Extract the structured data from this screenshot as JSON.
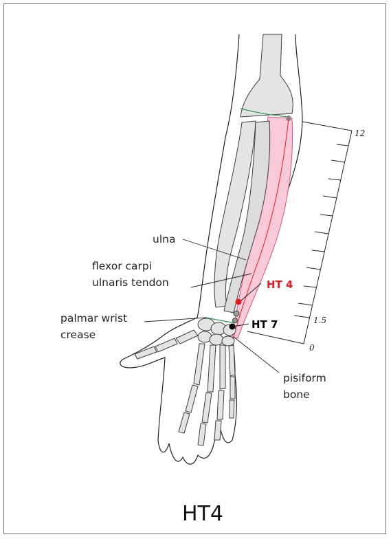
{
  "title": "HT4",
  "labels": {
    "ulna": "ulna",
    "fcu_line1": "flexor carpi",
    "fcu_line2": "ulnaris tendon",
    "crease_line1": "palmar wrist",
    "crease_line2": "crease",
    "pisiform_line1": "pisiform",
    "pisiform_line2": "bone",
    "point_ht4": "HT 4",
    "point_ht7": "HT 7"
  },
  "scale": {
    "top": "12",
    "mid": "1.5",
    "bottom": "0"
  },
  "colors": {
    "point_ht4": "#e31b23",
    "point_ht7": "#000000",
    "meridian": "#e31b23",
    "muscle_fill": "#f7c9d9",
    "crease_line": "#2e9a5a",
    "bone_fill": "#e4e4e4",
    "bone_stroke": "#3b3b3b"
  }
}
